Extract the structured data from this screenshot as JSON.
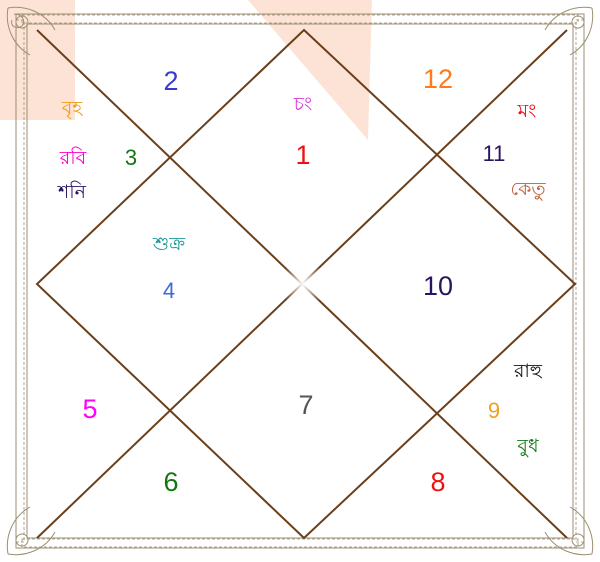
{
  "colors": {
    "frame": "#9c8f73",
    "lines": "#6b3f1a",
    "watermark": "#fde3d6",
    "glow": "#c9b8a3"
  },
  "houses": [
    {
      "number": "1",
      "color": "#ee1111"
    },
    {
      "number": "2",
      "color": "#3a3ad0"
    },
    {
      "number": "3",
      "color": "#117711"
    },
    {
      "number": "4",
      "color": "#3b6bd6"
    },
    {
      "number": "5",
      "color": "#ff00ff"
    },
    {
      "number": "6",
      "color": "#117711"
    },
    {
      "number": "7",
      "color": "#555555"
    },
    {
      "number": "8",
      "color": "#ee1111"
    },
    {
      "number": "9",
      "color": "#f0a020"
    },
    {
      "number": "10",
      "color": "#2a1460"
    },
    {
      "number": "11",
      "color": "#2a1460"
    },
    {
      "number": "12",
      "color": "#ff7a1a"
    }
  ],
  "planets": [
    {
      "name": "বৃহ",
      "color": "#f39c12"
    },
    {
      "name": "রবি",
      "color": "#ff00cc"
    },
    {
      "name": "শনি",
      "color": "#2a1460"
    },
    {
      "name": "চং",
      "color": "#d63cd6"
    },
    {
      "name": "মং",
      "color": "#ee1111"
    },
    {
      "name": "কেতু",
      "color": "#c0603a"
    },
    {
      "name": "শুক্র",
      "color": "#1a9a9a"
    },
    {
      "name": "রাহু",
      "color": "#111111"
    },
    {
      "name": "বুধ",
      "color": "#117711"
    }
  ]
}
